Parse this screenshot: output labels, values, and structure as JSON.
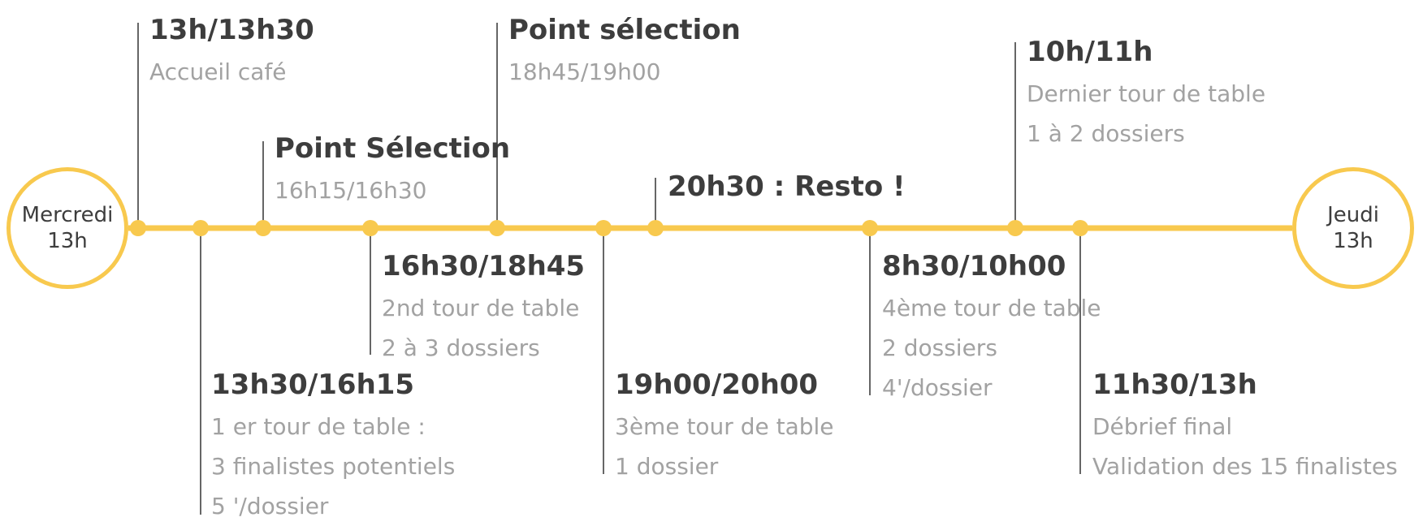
{
  "start": {
    "line1": "Mercredi",
    "line2": "13h"
  },
  "end": {
    "line1": "Jeudi",
    "line2": "13h"
  },
  "colors": {
    "accent": "#f8c94e",
    "title": "#3d3d3d",
    "detail": "#a2a2a2",
    "connector": "#333333"
  },
  "events": [
    {
      "title": "13h/13h30",
      "lines": [
        "Accueil café"
      ]
    },
    {
      "title": "Point Sélection",
      "lines": [
        "16h15/16h30"
      ]
    },
    {
      "title": "Point sélection",
      "lines": [
        "18h45/19h00"
      ]
    },
    {
      "title": "20h30 : Resto !",
      "lines": []
    },
    {
      "title": "10h/11h",
      "lines": [
        "Dernier tour de table",
        "1 à 2 dossiers"
      ]
    },
    {
      "title": "13h30/16h15",
      "lines": [
        "1 er tour de table :",
        "3 finalistes potentiels",
        "5 '/dossier"
      ]
    },
    {
      "title": "16h30/18h45",
      "lines": [
        "2nd tour de table",
        "2 à 3 dossiers"
      ]
    },
    {
      "title": "19h00/20h00",
      "lines": [
        "3ème tour de table",
        "1 dossier"
      ]
    },
    {
      "title": "8h30/10h00",
      "lines": [
        "4ème tour de table",
        "2  dossiers",
        "4'/dossier"
      ]
    },
    {
      "title": "11h30/13h",
      "lines": [
        "Débrief final",
        "Validation des 15 finalistes"
      ]
    }
  ]
}
